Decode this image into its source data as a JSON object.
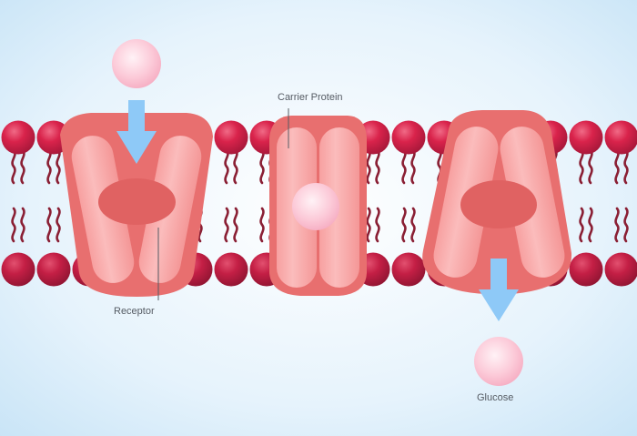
{
  "labels": {
    "carrier": "Carrier Protein",
    "receptor": "Receptor",
    "glucose": "Glucose"
  },
  "colors": {
    "background_center": "#ffffff",
    "background_edge": "#c6e3f6",
    "lipid_head": "#d9234b",
    "lipid_head_lower": "#c41f45",
    "lipid_tail": "#8a1f34",
    "protein_outer": "#e86f6f",
    "protein_inner": "#f8aeae",
    "protein_core": "#e06262",
    "glucose": "#fac3d3",
    "arrow": "#8ec9f7"
  },
  "icons": {
    "molecule": "glucose-molecule-icon",
    "arrow": "arrow-down-icon"
  },
  "stages": [
    "open-outside",
    "bound",
    "open-inside"
  ]
}
